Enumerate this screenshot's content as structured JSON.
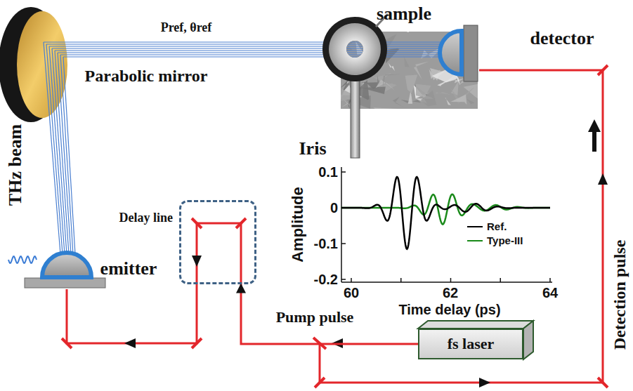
{
  "diagram": {
    "nodes": [
      {
        "text": [
          "Delay line"
        ]
      },
      {
        "text": [
          "fs laser"
        ]
      }
    ],
    "edges": [
      {
        "from": 1,
        "to": 0,
        "label": "Pump pulse",
        "arrow": "to"
      }
    ],
    "labels": [
      "Pref, θref",
      "Parabolic mirror",
      "THz beam",
      "emitter",
      "Iris",
      "sample",
      "detector",
      "Detection pulse",
      "Amplitude",
      "0.1",
      "0",
      "-0.1",
      "-0.2",
      "60",
      "62",
      "64",
      "Time delay (ps)"
    ],
    "legend": [
      {
        "text": "Ref."
      },
      {
        "text": "Type-III"
      }
    ]
  }
}
